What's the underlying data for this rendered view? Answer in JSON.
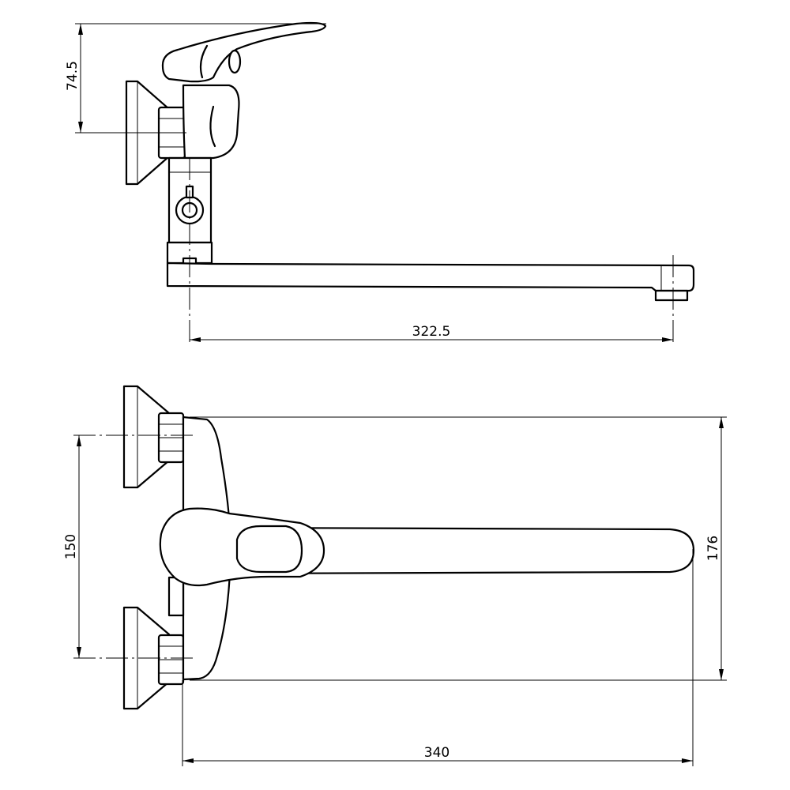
{
  "dimensions": {
    "handle_height": "74.5",
    "spout_reach_side": "322.5",
    "inlet_spacing": "150",
    "body_depth": "176",
    "spout_reach_top": "340"
  }
}
